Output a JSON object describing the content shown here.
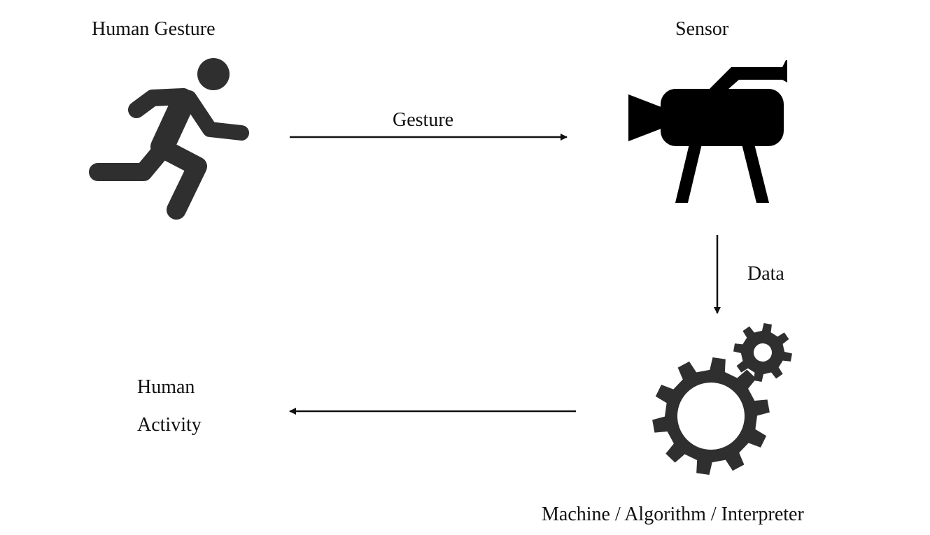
{
  "diagram": {
    "nodes": {
      "human_gesture": {
        "label": "Human Gesture",
        "icon": "running-person-icon"
      },
      "sensor": {
        "label": "Sensor",
        "icon": "video-camera-icon"
      },
      "machine": {
        "label": "Machine / Algorithm / Interpreter",
        "icon": "gears-icon"
      },
      "human_activity": {
        "label_line1": "Human",
        "label_line2": "Activity"
      }
    },
    "edges": {
      "gesture": {
        "label": "Gesture",
        "from": "Human Gesture",
        "to": "Sensor"
      },
      "data": {
        "label": "Data",
        "from": "Sensor",
        "to": "Machine / Algorithm / Interpreter"
      },
      "output": {
        "label": "",
        "from": "Machine / Algorithm / Interpreter",
        "to": "Human Activity"
      }
    },
    "colors": {
      "icon_dark": "#2f2f2f",
      "camera": "#000000",
      "text": "#111111",
      "arrow": "#111111"
    }
  }
}
